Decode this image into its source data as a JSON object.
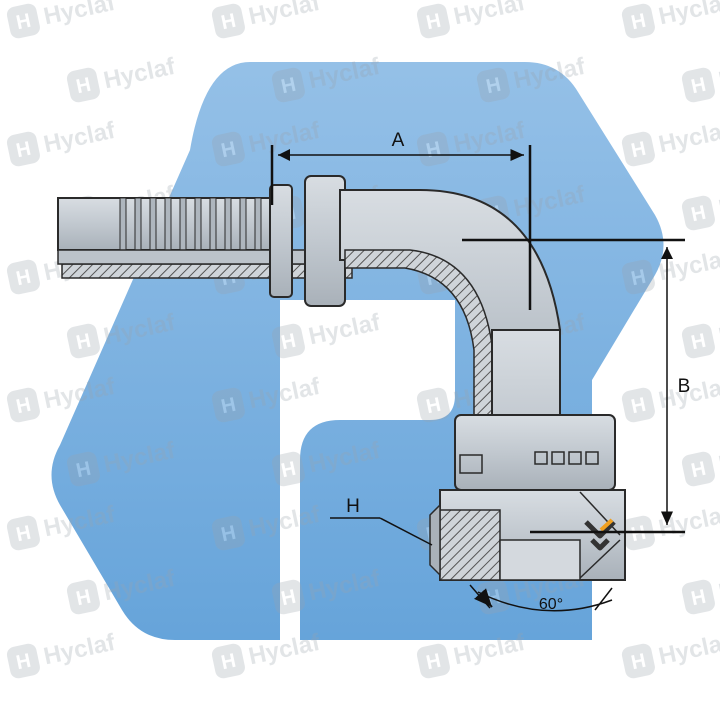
{
  "watermark": {
    "brand": "Hyclaf",
    "letter": "H"
  },
  "diagram": {
    "dimension_a": "A",
    "dimension_b": "B",
    "label_h": "H",
    "angle": "60°"
  },
  "colors": {
    "logo_blue": "#6fa8dc",
    "steel": "#c3cad1",
    "outline": "#2a2a2a",
    "hatch": "#555555",
    "badge_orange": "#f0a020"
  }
}
